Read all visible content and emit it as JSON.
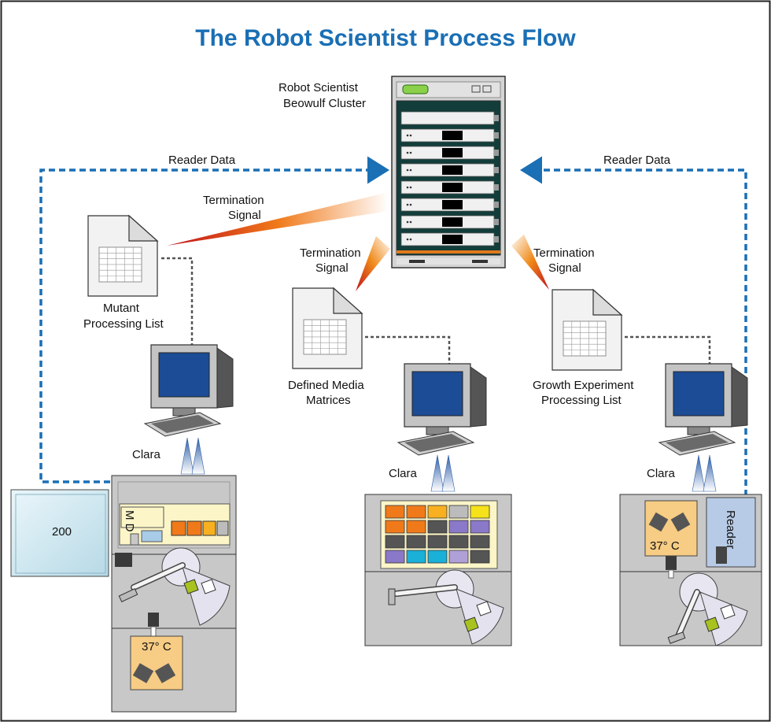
{
  "title": "The Robot Scientist Process Flow",
  "colors": {
    "title": "#1a6fb5",
    "flow_arrow": "#1a6fb5",
    "cabinet": "#c8c8c8",
    "screen": "#1c4c96",
    "incubator": "#f7cc84",
    "panel": "#fbf5c8",
    "reader": "#b7cbe6"
  },
  "cluster": {
    "label_line1": "Robot Scientist",
    "label_line2": "Beowulf Cluster"
  },
  "flows": {
    "reader_data_left": "Reader Data",
    "reader_data_right": "Reader Data"
  },
  "signals": {
    "left": {
      "line1": "Termination",
      "line2": "Signal"
    },
    "center": {
      "line1": "Termination",
      "line2": "Signal"
    },
    "right": {
      "line1": "Termination",
      "line2": "Signal"
    }
  },
  "documents": {
    "left": {
      "line1": "Mutant",
      "line2": "Processing List"
    },
    "center": {
      "line1": "Defined Media",
      "line2": "Matrices"
    },
    "right": {
      "line1": "Growth Experiment",
      "line2": "Processing List"
    }
  },
  "computers": {
    "left": {
      "label": "Clara"
    },
    "center": {
      "label": "Clara"
    },
    "right": {
      "label": "Clara"
    }
  },
  "stations": {
    "left": {
      "plate_box_label": "200",
      "panel_label": "M D",
      "incubator_label": "37° C"
    },
    "right": {
      "incubator_label": "37° C",
      "reader_label": "Reader"
    }
  }
}
